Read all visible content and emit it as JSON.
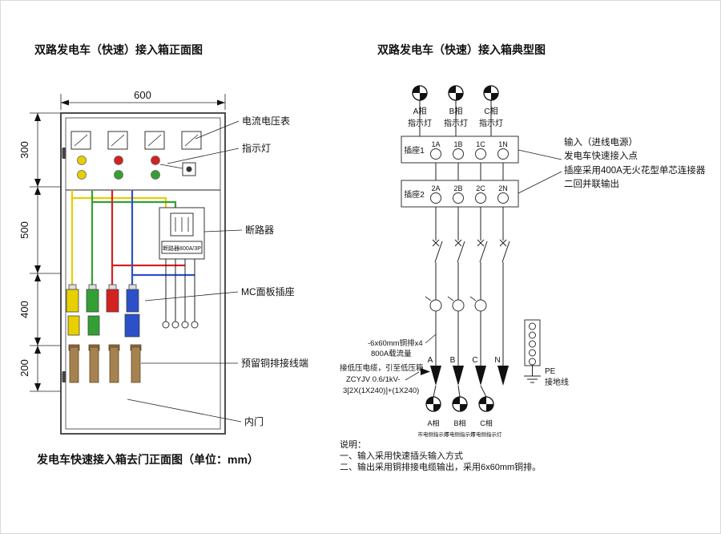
{
  "left": {
    "title": "双路发电车（快速）接入箱正面图",
    "caption": "发电车快速接入箱去门正面图（单位：mm）",
    "dim_width": "600",
    "dim_heights": [
      "300",
      "500",
      "400",
      "200"
    ],
    "labels": {
      "meter": "电流电压表",
      "indicator": "指示灯",
      "breaker": "断路器",
      "breaker_tag": "断路器800A/3P",
      "mc_socket": "MC面板插座",
      "copper_terminal": "预留铜排接线端",
      "inner_door": "内门"
    }
  },
  "right": {
    "title": "双路发电车（快速）接入箱典型图",
    "top_lamps": [
      {
        "phase": "A相",
        "label": "指示灯"
      },
      {
        "phase": "B相",
        "label": "指示灯"
      },
      {
        "phase": "C相",
        "label": "指示灯"
      }
    ],
    "socket1": {
      "name": "插座1",
      "terminals": [
        "1A",
        "1B",
        "1C",
        "1N"
      ]
    },
    "socket2": {
      "name": "插座2",
      "terminals": [
        "2A",
        "2B",
        "2C",
        "2N"
      ]
    },
    "input_notes": [
      "输入（进线电源）",
      "发电车快速接入点",
      "插座采用400A无火花型单芯连接器",
      "二回并联输出"
    ],
    "busbar_notes": [
      "-6x60mm铜排x4",
      "800A载流量"
    ],
    "cable_notes": [
      "接低压电缆，引至低压箱",
      "ZCYJV 0.6/1kV-",
      "3[2X(1X240)]+(1X240)"
    ],
    "phases": [
      "A",
      "B",
      "C",
      "N"
    ],
    "bottom_lamps": [
      {
        "phase": "A相",
        "label": "市电侧指示灯"
      },
      {
        "phase": "B相",
        "label": "市电侧指示灯"
      },
      {
        "phase": "C相",
        "label": "市电侧指示灯"
      }
    ],
    "pe": {
      "line1": "PE",
      "line2": "接地线"
    },
    "notes": {
      "title": "说明：",
      "items": [
        "一、输入采用快速插头输入方式",
        "二、输出采用铜排接电缆输出，采用6x60mm铜排。"
      ]
    }
  },
  "colors": {
    "wire_yellow": "#e8cf00",
    "wire_green": "#33a033",
    "wire_red": "#d42222",
    "wire_blue": "#2b50c8",
    "copper": "#a5824f",
    "line": "#222222"
  }
}
